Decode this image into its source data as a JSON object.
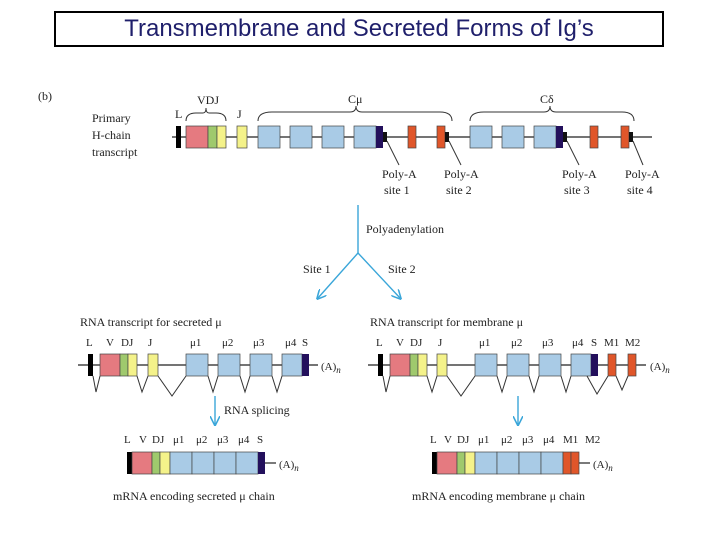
{
  "title": "Transmembrane and Secreted Forms of Ig’s",
  "colors": {
    "leader": "#000000",
    "v": "#e57a80",
    "d": "#9fc96d",
    "j": "#f4f28a",
    "mu": "#a9cbe6",
    "m": "#e0562a",
    "s": "#23105c",
    "arrow": "#3aa6d9"
  },
  "panel": "(b)",
  "top": {
    "labels": {
      "primary": [
        "Primary",
        "H-chain",
        "transcript"
      ],
      "L": "L",
      "VDJ": "VDJ",
      "J": "J",
      "Cmu": "Cμ",
      "Cdelta": "Cδ"
    },
    "polya": [
      {
        "line1": "Poly-A",
        "line2": "site 1"
      },
      {
        "line1": "Poly-A",
        "line2": "site 2"
      },
      {
        "line1": "Poly-A",
        "line2": "site 3"
      },
      {
        "line1": "Poly-A",
        "line2": "site 4"
      }
    ]
  },
  "polyadenylation": {
    "label": "Polyadenylation",
    "site1": "Site 1",
    "site2": "Site 2"
  },
  "left": {
    "title": "RNA transcript for secreted μ",
    "labels": {
      "L": "L",
      "V": "V",
      "DJ": "DJ",
      "J": "J",
      "mu1": "μ1",
      "mu2": "μ2",
      "mu3": "μ3",
      "mu4": "μ4",
      "S": "S"
    },
    "tail": "(A)",
    "tail_sub": "n",
    "splicing": "RNA splicing",
    "mrna_labels": {
      "L": "L",
      "V": "V",
      "DJ": "DJ",
      "mu1": "μ1",
      "mu2": "μ2",
      "mu3": "μ3",
      "mu4": "μ4",
      "S": "S"
    },
    "mrna_tail": "(A)",
    "mrna_tail_sub": "n",
    "caption": "mRNA encoding secreted μ chain"
  },
  "right": {
    "title": "RNA transcript for membrane μ",
    "labels": {
      "L": "L",
      "V": "V",
      "DJ": "DJ",
      "J": "J",
      "mu1": "μ1",
      "mu2": "μ2",
      "mu3": "μ3",
      "mu4": "μ4",
      "S": "S",
      "M1": "M1",
      "M2": "M2"
    },
    "tail": "(A)",
    "tail_sub": "n",
    "mrna_labels": {
      "L": "L",
      "V": "V",
      "DJ": "DJ",
      "mu1": "μ1",
      "mu2": "μ2",
      "mu3": "μ3",
      "mu4": "μ4",
      "M1": "M1",
      "M2": "M2"
    },
    "mrna_tail": "(A)",
    "mrna_tail_sub": "n",
    "caption": "mRNA encoding membrane μ chain"
  }
}
